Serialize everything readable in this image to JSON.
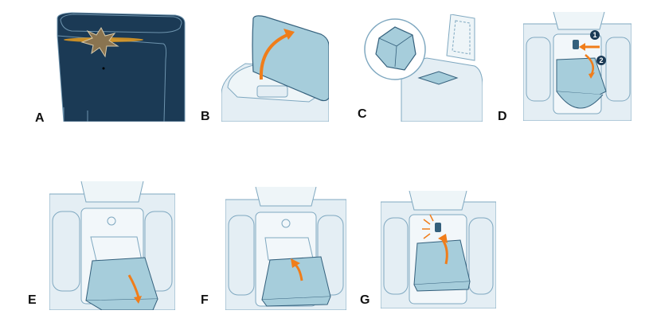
{
  "steps": [
    {
      "label": "A"
    },
    {
      "label": "B"
    },
    {
      "label": "C"
    },
    {
      "label": "D",
      "markers": [
        "1",
        "2"
      ]
    },
    {
      "label": "E"
    },
    {
      "label": "F"
    },
    {
      "label": "G"
    }
  ],
  "colors": {
    "dark_navy": "#1b3a55",
    "light_body": "#e4eef4",
    "outline": "#7fa8c0",
    "bag_blue": "#a6cddb",
    "arrow_orange": "#f07d1a",
    "star_gold": "#8a7450"
  }
}
